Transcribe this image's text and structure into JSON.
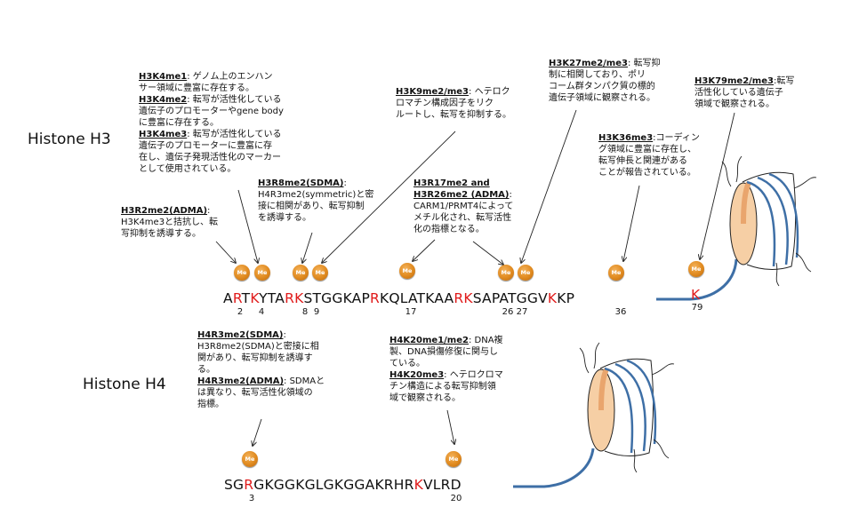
{
  "histones": {
    "h3": {
      "title": "Histone H3",
      "sequence": [
        {
          "t": "A",
          "red": false
        },
        {
          "t": "R",
          "red": true
        },
        {
          "t": "T",
          "red": false
        },
        {
          "t": "K",
          "red": true
        },
        {
          "t": "YTA",
          "red": false
        },
        {
          "t": "R",
          "red": true
        },
        {
          "t": "K",
          "red": true
        },
        {
          "t": "STGGKAP",
          "red": false
        },
        {
          "t": "R",
          "red": true
        },
        {
          "t": "KQLATKAA",
          "red": false
        },
        {
          "t": "R",
          "red": true
        },
        {
          "t": "K",
          "red": true
        },
        {
          "t": "SAPATGGV",
          "red": false
        },
        {
          "t": "K",
          "red": true
        },
        {
          "t": "KP",
          "red": false
        }
      ],
      "tail_residue": "K",
      "positions": [
        "2",
        "4",
        "8",
        "9",
        "17",
        "26",
        "27",
        "36",
        "79"
      ]
    },
    "h4": {
      "title": "Histone H4",
      "sequence": [
        {
          "t": "SG",
          "red": false
        },
        {
          "t": "R",
          "red": true
        },
        {
          "t": "GKGGKGLGKGGAKRHR",
          "red": false
        },
        {
          "t": "K",
          "red": true
        },
        {
          "t": "VLRD",
          "red": false
        }
      ],
      "positions": [
        "3",
        "20"
      ]
    }
  },
  "me_label": "Me",
  "annotations": {
    "h3k4": {
      "lines": [
        {
          "h": "H3K4me1",
          "t": ": ゲノム上のエンハン\nサー領域に豊富に存在する。"
        },
        {
          "h": "H3K4me2",
          "t": ": 転写が活性化している\n遺伝子のプロモーターやgene body\nに豊富に存在する。"
        },
        {
          "h": "H3K4me3",
          "t": ": 転写が活性化している\n遺伝子のプロモーターに豊富に存\n在し、遺伝子発現活性化のマーカー\nとして使用されている。"
        }
      ]
    },
    "h3r2": {
      "lines": [
        {
          "h": "H3R2me2(ADMA)",
          "t": ":\nH3K4me3と拮抗し、転\n写抑制を誘導する。"
        }
      ]
    },
    "h3r8": {
      "lines": [
        {
          "h": "H3R8me2(SDMA)",
          "t": ":\nH4R3me2(symmetric)と密\n接に相関があり、転写抑制\nを誘導する。"
        }
      ]
    },
    "h3k9": {
      "lines": [
        {
          "h": "H3K9me2/me3",
          "t": ": ヘテロク\nロマチン構成因子をリク\nルートし、転写を抑制する。"
        }
      ]
    },
    "h3r17": {
      "lines": [
        {
          "h": "H3R17me2 and\nH3R26me2 (ADMA)",
          "t": ":\nCARM1/PRMT4によって\nメチル化され、転写活性\n化の指標となる。"
        }
      ]
    },
    "h3k27": {
      "lines": [
        {
          "h": "H3K27me2/me3",
          "t": ": 転写抑\n制に相関しており、ポリ\nコーム群タンパク質の標的\n遺伝子領域に観察される。"
        }
      ]
    },
    "h3k36": {
      "lines": [
        {
          "h": "H3K36me3",
          "t": ":コーディン\nグ領域に豊富に存在し、\n転写伸長と関連がある\nことが報告されている。"
        }
      ]
    },
    "h3k79": {
      "lines": [
        {
          "h": "H3K79me2/me3",
          "t": ":転写\n活性化している遺伝子\n領域で観察される。"
        }
      ]
    },
    "h4r3": {
      "lines": [
        {
          "h": "H4R3me2(SDMA)",
          "t": ":\nH3R8me2(SDMA)と密接に相\n関があり、転写抑制を誘導す\nる。"
        },
        {
          "h": "H4R3me2(ADMA)",
          "t": ": SDMAと\nは異なり、転写活性化領域の\n指標。"
        }
      ]
    },
    "h4k20": {
      "lines": [
        {
          "h": "H4K20me1/me2",
          "t": ": DNA複\n製、DNA損傷修復に関与し\nている。"
        },
        {
          "h": "H4K20me3",
          "t": ": ヘテロクロマ\nチン構造による転写抑制領\n域で観察される。"
        }
      ]
    }
  }
}
